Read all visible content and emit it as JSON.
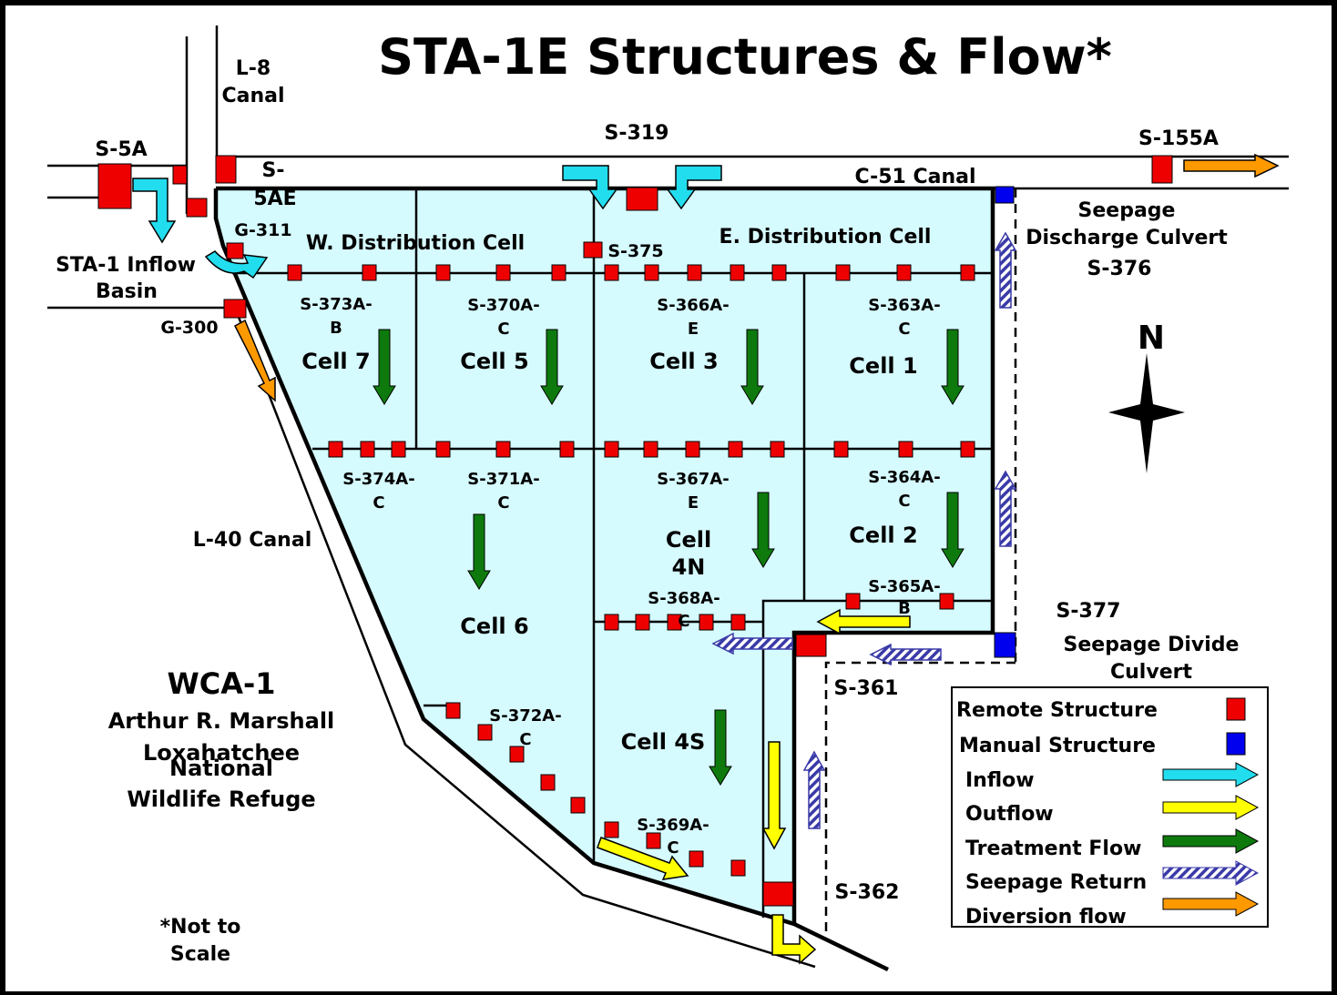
{
  "title": "STA-1E Structures & Flow*",
  "colors": {
    "cell_fill": "#d6fbff",
    "remote": "#ee0000",
    "manual": "#0000ee",
    "inflow": "#22ddee",
    "outflow": "#ffff00",
    "treatment": "#0e7a0e",
    "seepage": "#3a3aa8",
    "diversion": "#ff9900"
  },
  "canal_labels": {
    "l8": [
      "L-8",
      "Canal"
    ],
    "c51": "C-51 Canal",
    "l40": "L-40 Canal"
  },
  "structure_labels": {
    "s5a": "S-5A",
    "s5ae": [
      "S-",
      "5AE"
    ],
    "s319": "S-319",
    "s155a": "S-155A",
    "g311": "G-311",
    "g300": "G-300",
    "s375": "S-375",
    "s376": [
      "Seepage",
      "Discharge Culvert",
      "S-376"
    ],
    "s377": "S-377",
    "seepage_divide": [
      "Seepage Divide",
      "Culvert"
    ],
    "s361": "S-361",
    "s362": "S-362",
    "inflow_basin": [
      "STA-1 Inflow",
      "Basin"
    ]
  },
  "areas": {
    "w_dist": "W. Distribution Cell",
    "e_dist": "E. Distribution Cell",
    "wca": [
      "WCA-1",
      "Arthur R. Marshall",
      "Loxahatchee",
      "National",
      "Wildlife Refuge"
    ],
    "not_to_scale": [
      "*Not to",
      "Scale"
    ]
  },
  "cells": {
    "cell7": "Cell 7",
    "cell5": "Cell 5",
    "cell3": "Cell 3",
    "cell1": "Cell 1",
    "cell2": "Cell 2",
    "cell4n": [
      "Cell",
      "4N"
    ],
    "cell6": "Cell 6",
    "cell4s": "Cell 4S"
  },
  "weir_labels": {
    "s373": [
      "S-373A-",
      "B"
    ],
    "s370": [
      "S-370A-",
      "C"
    ],
    "s366": [
      "S-366A-",
      "E"
    ],
    "s363": [
      "S-363A-",
      "C"
    ],
    "s374": [
      "S-374A-",
      "C"
    ],
    "s371": [
      "S-371A-",
      "C"
    ],
    "s367": [
      "S-367A-",
      "E"
    ],
    "s364": [
      "S-364A-",
      "C"
    ],
    "s365": [
      "S-365A-",
      "B"
    ],
    "s368": [
      "S-368A-",
      "C"
    ],
    "s372": [
      "S-372A-",
      "C"
    ],
    "s369": [
      "S-369A-",
      "C"
    ]
  },
  "compass": "N",
  "legend": {
    "remote": "Remote Structure",
    "manual": "Manual Structure",
    "inflow": "Inflow",
    "outflow": "Outflow",
    "treatment": "Treatment Flow",
    "seepage": "Seepage Return",
    "diversion": "Diversion flow"
  }
}
